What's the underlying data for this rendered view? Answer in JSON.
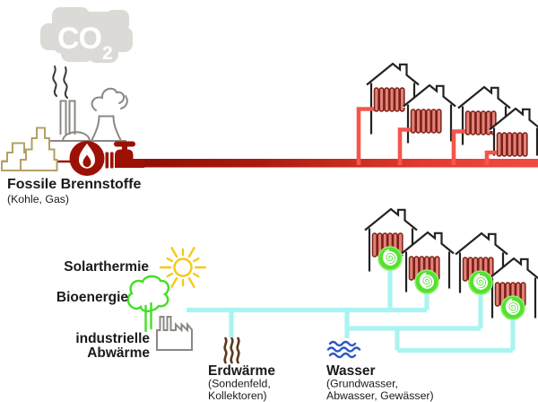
{
  "colors": {
    "dark_red": "#9c1105",
    "pipe_red_light": "#f14b41",
    "riser_red": "#f3564c",
    "radiator_fill": "#e2827a",
    "radiator_stroke": "#7c2016",
    "cyan": "#a9f4f1",
    "green": "#43df25",
    "spiral_green": "#55e12f",
    "sun_yellow": "#f4ca16",
    "brown": "#5b3a1d",
    "water_blue": "#2b58c4",
    "cloud_gray": "#dcdad6",
    "outline_gray": "#8b8884",
    "smoke_dark": "#3b3734",
    "house_black": "#242220",
    "coal_tan": "#b2a164",
    "text_black": "#1b1a18"
  },
  "co2_cloud": {
    "text": "CO",
    "subscript": "2"
  },
  "fossil_system": {
    "label": "Fossile Brennstoffe",
    "sublabel": "(Kohle, Gas)"
  },
  "renewable_system": {
    "solarthermie_label": "Solarthermie",
    "bioenergie_label": "Bioenergie",
    "industrial_waste_heat_label_line1": "industrielle",
    "industrial_waste_heat_label_line2": "Abwärme",
    "erdwaerme_label": "Erdwärme",
    "erdwaerme_sublabel_line1": "(Sondenfeld,",
    "erdwaerme_sublabel_line2": "Kollektoren)",
    "wasser_label": "Wasser",
    "wasser_sublabel_line1": "(Grundwasser,",
    "wasser_sublabel_line2": "Abwasser, Gewässer)"
  }
}
